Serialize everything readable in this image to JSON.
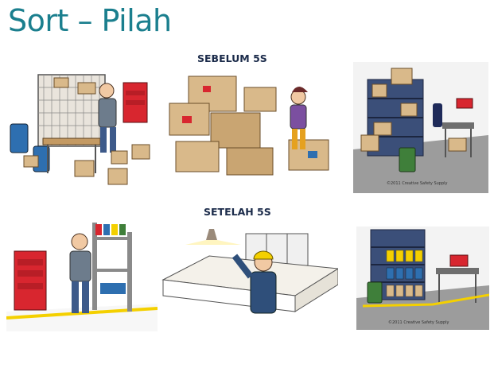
{
  "slide": {
    "title": "Sort – Pilah",
    "before_label": "SEBELUM 5S",
    "after_label": "SETELAH 5S",
    "copyright_1": "©2011 Creative Safety Supply",
    "copyright_2": "©2011 Creative Safety Supply"
  },
  "colors": {
    "title": "#1b7f8e",
    "label": "#1b2b4a",
    "cardboard": "#d9b98a",
    "tool_red": "#d8262f",
    "shelf_blue": "#3b4f79",
    "floor_tape": "#f4d000"
  },
  "illustrations": [
    "cluttered-workshop-icon",
    "box-pile-worker-icon",
    "cluttered-shelf-icon",
    "organized-toolcart-icon",
    "clean-workstation-icon",
    "organized-shelf-icon"
  ]
}
